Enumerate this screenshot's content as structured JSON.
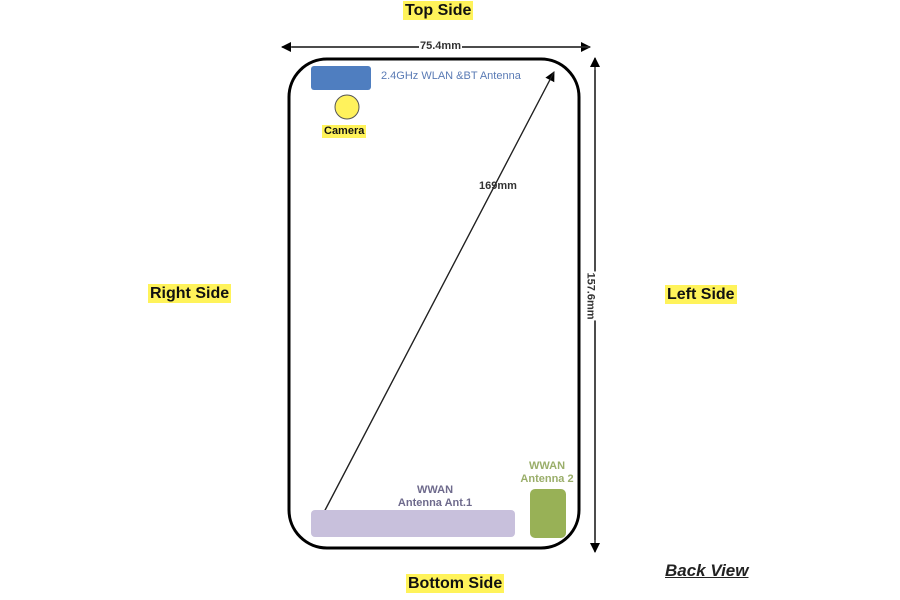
{
  "labels": {
    "top": "Top Side",
    "bottom": "Bottom Side",
    "right": "Right Side",
    "left": "Left Side",
    "view": "Back View"
  },
  "dimensions": {
    "width": "75.4mm",
    "height": "157.6mm",
    "diagonal": "169mm"
  },
  "components": {
    "wlan_antenna": {
      "label": "2.4GHz WLAN &BT Antenna",
      "color": "#4f7ec0"
    },
    "camera": {
      "label": "Camera",
      "color": "#fff25c"
    },
    "wwan_ant1": {
      "line1": "WWAN",
      "line2": "Antenna Ant.1",
      "color": "#c8c0dc",
      "text_color": "#6e6a8c"
    },
    "wwan_ant2": {
      "line1": "WWAN",
      "line2": "Antenna 2",
      "color": "#98b156",
      "text_color": "#9aae6a"
    }
  },
  "colors": {
    "highlight": "#fff35a",
    "outline": "#000000"
  }
}
